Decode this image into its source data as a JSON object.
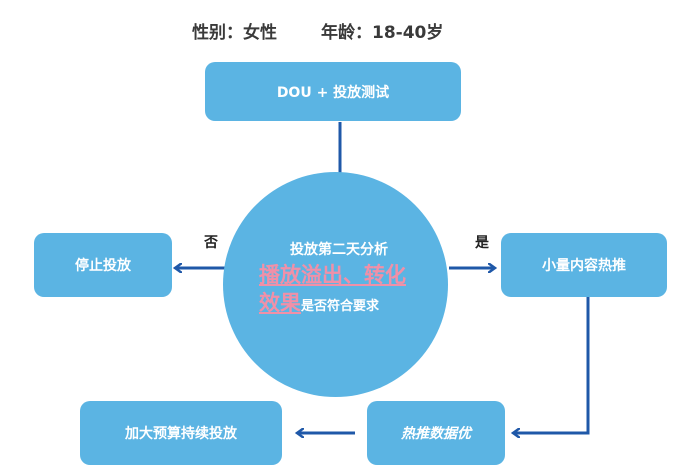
{
  "header": {
    "gender": "性别：女性",
    "age": "年龄：18-40岁"
  },
  "nodes": {
    "top": "DOU + 投放测试",
    "center": {
      "line1": "投放第二天分析",
      "emphasis": "播放溢出、转化效果",
      "suffix": "是否符合要求"
    },
    "left": "停止投放",
    "right": "小量内容热推",
    "bottom_right": "热推数据优",
    "bottom_left": "加大预算持续投放"
  },
  "branches": {
    "no": "否",
    "yes": "是"
  },
  "colors": {
    "box_fill": "#5bb4e3",
    "arrow": "#1f58a8",
    "emphasis_text": "#f090a8"
  }
}
